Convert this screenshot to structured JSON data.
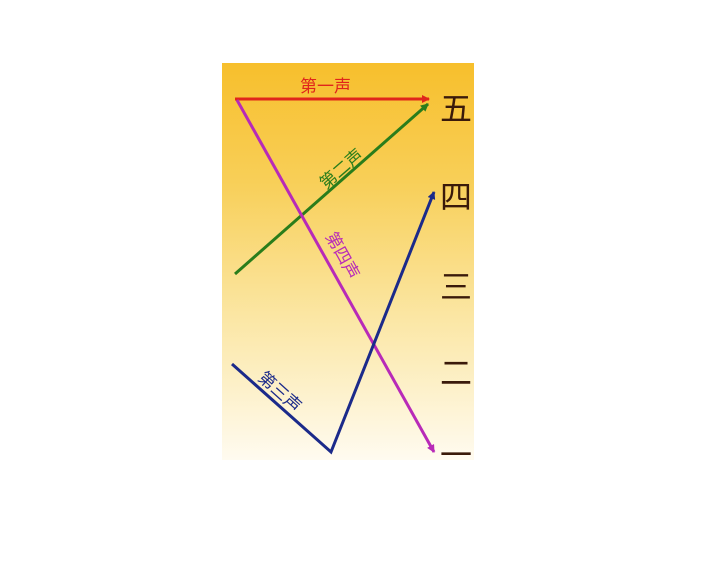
{
  "tone_diagram": {
    "levels": {
      "five": "五",
      "four": "四",
      "three": "三",
      "two": "二",
      "one": "一"
    },
    "tones": {
      "first": {
        "label": "第一声",
        "color": "#e0261b"
      },
      "second": {
        "label": "第二声",
        "color": "#2a7d1b"
      },
      "third": {
        "label": "第三声",
        "color": "#1b2a8a"
      },
      "fourth": {
        "label": "第四声",
        "color": "#b82ab8"
      }
    }
  }
}
